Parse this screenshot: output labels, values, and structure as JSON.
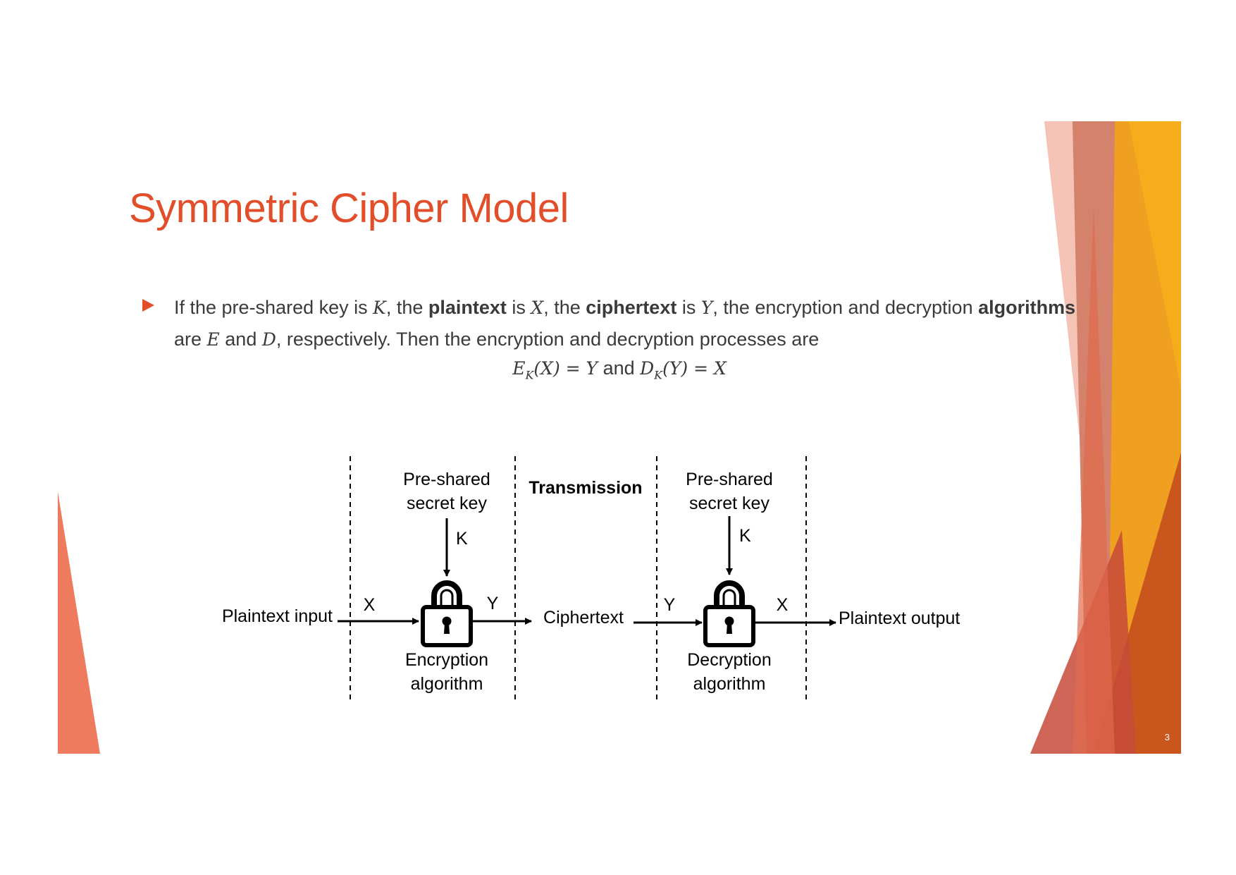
{
  "slide": {
    "title": "Symmetric Cipher Model",
    "page_number": "3"
  },
  "bullet": {
    "t1": "If the pre-shared key is ",
    "key_var": "K",
    "t2": ", the ",
    "b_plaintext": "plaintext",
    "t3": " is ",
    "x_var": "X",
    "t4": ", the ",
    "b_ciphertext": "ciphertext",
    "t5": " is ",
    "y_var": "Y",
    "t6": ", the encryption and decryption ",
    "b_algorithms": "algorithms",
    "t7": " are ",
    "e_var": "E",
    "t8": " and ",
    "d_var": "D",
    "t9": ", respectively. Then the encryption and decryption processes are"
  },
  "equation": {
    "e": "E",
    "k1": "K",
    "lhs1": "(X) = Y",
    "and": " and ",
    "d": "D",
    "k2": "K",
    "lhs2": "(Y) = X"
  },
  "diagram": {
    "plaintext_input": "Plaintext input",
    "x_in": "X",
    "enc_key_line1": "Pre-shared",
    "enc_key_line2": "secret key",
    "k_enc": "K",
    "y_out": "Y",
    "enc_algo_line1": "Encryption",
    "enc_algo_line2": "algorithm",
    "transmission": "Transmission",
    "ciphertext": "Ciphertext",
    "y_in": "Y",
    "dec_key_line1": "Pre-shared",
    "dec_key_line2": "secret key",
    "k_dec": "K",
    "x_out": "X",
    "dec_algo_line1": "Decryption",
    "dec_algo_line2": "algorithm",
    "plaintext_output": "Plaintext output"
  },
  "colors": {
    "accent": "#e24e2a",
    "text": "#3a3a3a"
  },
  "icons": [
    "padlock-icon",
    "bullet-triangle-icon"
  ]
}
